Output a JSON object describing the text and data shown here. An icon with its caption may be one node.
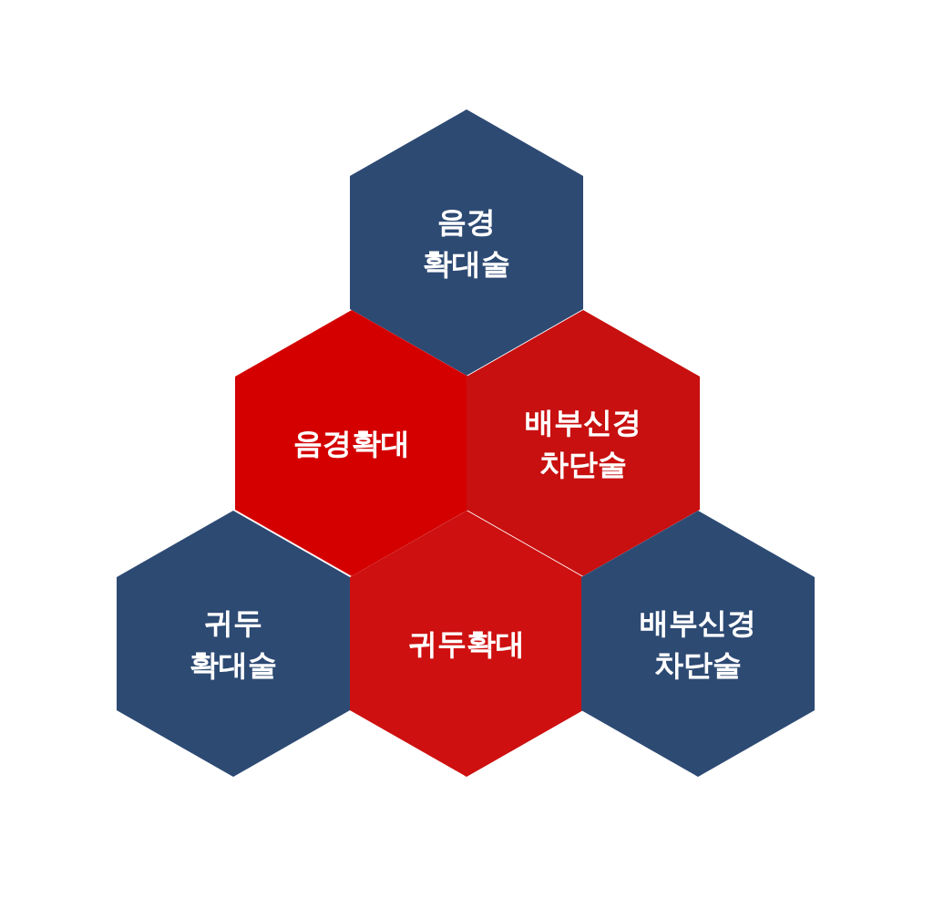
{
  "diagram": {
    "nodes": [
      {
        "text": [
          "음경 확대술"
        ]
      },
      {
        "text": [
          "음경확대"
        ]
      },
      {
        "text": [
          "배부신경 차단술"
        ]
      },
      {
        "text": [
          "귀두 확대술"
        ]
      },
      {
        "text": [
          "귀두확대"
        ]
      },
      {
        "text": [
          "배부신경 차단술"
        ]
      }
    ],
    "edges": []
  }
}
